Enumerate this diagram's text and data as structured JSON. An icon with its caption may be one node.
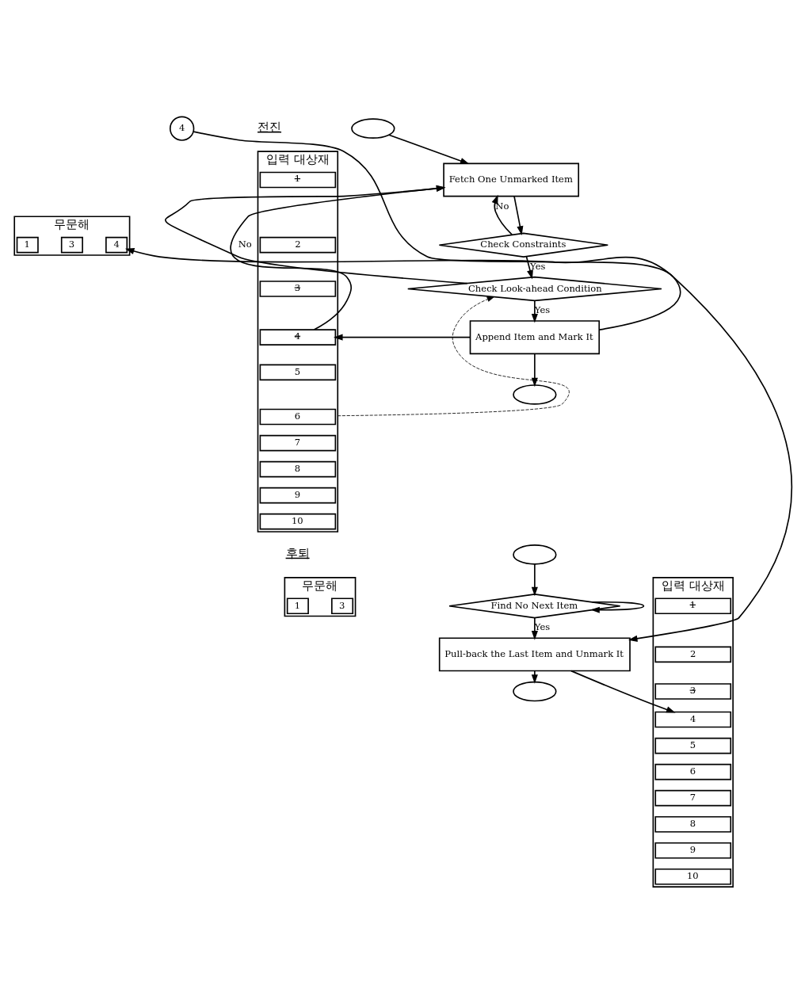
{
  "diagram": {
    "nodes": [
      {
        "text": [],
        "shape": "ellipse"
      },
      {
        "text": [
          "Fetch One Unmarked Item"
        ]
      },
      {
        "text": [
          "Check Constraints"
        ]
      },
      {
        "text": [
          "Check Look-ahead Condition"
        ]
      },
      {
        "text": [
          "Append Item and Mark It"
        ]
      },
      {
        "text": [],
        "shape": "ellipse"
      },
      {
        "text": [
          "입력 대상재"
        ]
      },
      {
        "text": [
          "1"
        ],
        "in": 6
      },
      {
        "text": [
          "2"
        ],
        "in": 6
      },
      {
        "text": [
          "3"
        ],
        "in": 6
      },
      {
        "text": [
          "4"
        ],
        "in": 6
      },
      {
        "text": [
          "5"
        ],
        "in": 6
      },
      {
        "text": [
          "6"
        ],
        "in": 6
      },
      {
        "text": [
          "7"
        ],
        "in": 6
      },
      {
        "text": [
          "8"
        ],
        "in": 6
      },
      {
        "text": [
          "9"
        ],
        "in": 6
      },
      {
        "text": [
          "10"
        ],
        "in": 6
      },
      {
        "text": [
          "무문해"
        ]
      },
      {
        "text": [
          "1"
        ],
        "in": 17
      },
      {
        "text": [
          "3"
        ],
        "in": 17
      },
      {
        "text": [
          "4"
        ],
        "in": 17
      },
      {
        "text": [],
        "shape": "ellipse"
      },
      {
        "text": [
          "Find No Next Item"
        ]
      },
      {
        "text": [
          "Pull-back the Last Item and Unmark It"
        ]
      },
      {
        "text": [],
        "shape": "ellipse"
      },
      {
        "text": [
          "무문해"
        ]
      },
      {
        "text": [
          "1"
        ],
        "in": 25
      },
      {
        "text": [
          "3"
        ],
        "in": 25
      },
      {
        "text": [
          "4"
        ]
      },
      {
        "text": [
          "입력 대상재"
        ]
      },
      {
        "text": [
          "1"
        ],
        "in": 29
      },
      {
        "text": [
          "2"
        ],
        "in": 29
      },
      {
        "text": [
          "3"
        ],
        "in": 29
      },
      {
        "text": [
          "4"
        ],
        "in": 29
      },
      {
        "text": [
          "5"
        ],
        "in": 29
      },
      {
        "text": [
          "6"
        ],
        "in": 29
      },
      {
        "text": [
          "7"
        ],
        "in": 29
      },
      {
        "text": [
          "8"
        ],
        "in": 29
      },
      {
        "text": [
          "9"
        ],
        "in": 29
      },
      {
        "text": [
          "10"
        ],
        "in": 29
      }
    ],
    "edges": [
      {
        "from": 0,
        "to": 1,
        "arrow": "to"
      },
      {
        "from": 1,
        "to": 2,
        "arrow": "to"
      },
      {
        "from": 2,
        "to": 1,
        "arrow": "to",
        "label": "No"
      },
      {
        "from": 2,
        "to": 3,
        "arrow": "to",
        "label": "Yes"
      },
      {
        "from": 3,
        "to": 1,
        "arrow": "to",
        "label": "No"
      },
      {
        "from": 3,
        "to": 4,
        "arrow": "to",
        "label": "Yes"
      },
      {
        "from": 4,
        "to": 5,
        "arrow": "to"
      },
      {
        "from": 10,
        "to": 1,
        "arrow": "to"
      },
      {
        "from": 4,
        "to": 10,
        "arrow": "to"
      },
      {
        "from": 6,
        "to": 3,
        "arrow": "to",
        "style": "dashed"
      },
      {
        "from": 4,
        "to": 20,
        "arrow": "to"
      },
      {
        "from": 21,
        "to": 22,
        "arrow": "to"
      },
      {
        "from": 22,
        "to": 22,
        "arrow": "to"
      },
      {
        "from": 22,
        "to": 23,
        "arrow": "to",
        "label": "Yes"
      },
      {
        "from": 23,
        "to": 24,
        "arrow": "to"
      },
      {
        "from": 28,
        "to": 23,
        "arrow": "to"
      },
      {
        "from": 23,
        "to": 33,
        "arrow": "to"
      }
    ],
    "labels": [
      "전진",
      "후퇴"
    ]
  }
}
